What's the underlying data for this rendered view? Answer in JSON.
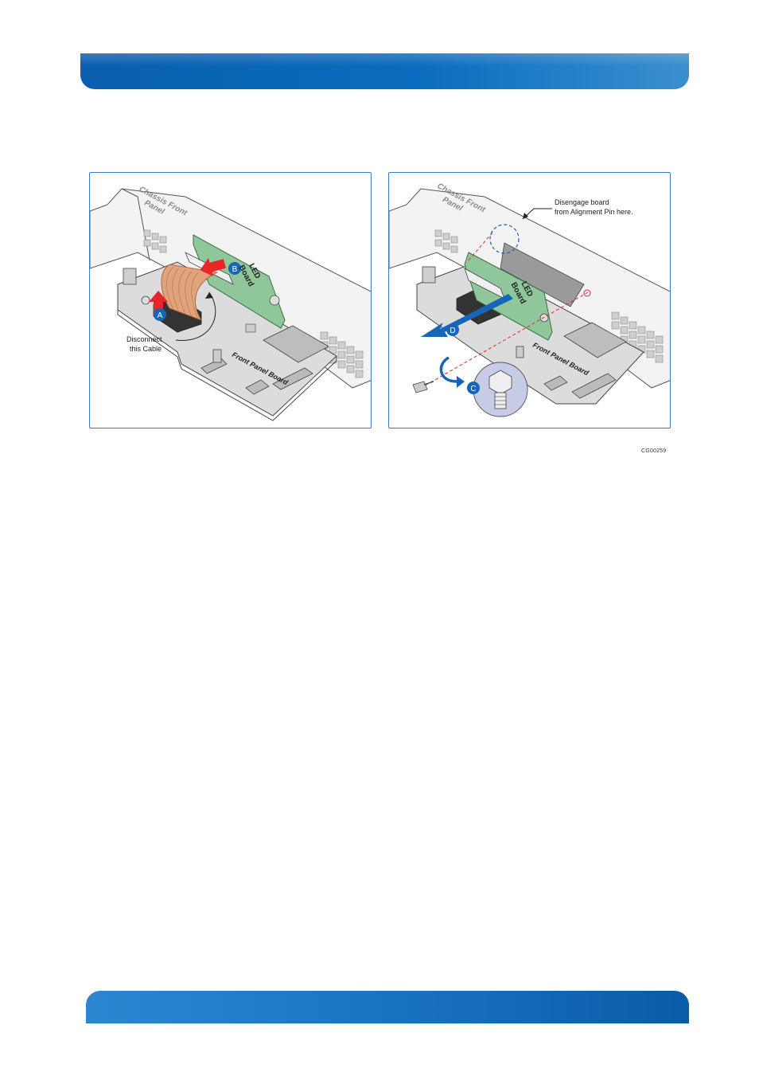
{
  "figure": {
    "left_panel": {
      "chassis_label_line1": "Chassis Front",
      "chassis_label_line2": "Panel",
      "led_board_line1": "LED",
      "led_board_line2": "Board",
      "front_panel_board": "Front Panel Board",
      "callout_a": "A",
      "callout_b": "B",
      "note_line1": "Disconnect",
      "note_line2": "this Cable"
    },
    "right_panel": {
      "chassis_label_line1": "Chassis Front",
      "chassis_label_line2": "Panel",
      "led_board_line1": "LED",
      "led_board_line2": "Board",
      "front_panel_board": "Front Panel Board",
      "callout_c": "C",
      "callout_d": "D",
      "note_line1": "Disengage board",
      "note_line2": "from Alignment Pin here."
    },
    "figure_id": "CG00259"
  },
  "colors": {
    "accent_blue": "#1565b8",
    "arrow_red": "#e8262a",
    "board_green": "#8fc79a",
    "cable_orange": "#e0a37c"
  }
}
